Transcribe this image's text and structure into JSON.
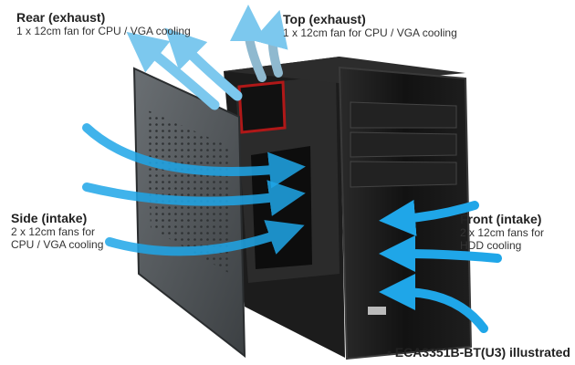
{
  "labels": {
    "rear": {
      "title": "Rear (exhaust)",
      "desc": "1 x 12cm fan for CPU / VGA cooling"
    },
    "top": {
      "title": "Top (exhaust)",
      "desc": "1 x 12cm fan for CPU / VGA cooling"
    },
    "side": {
      "title": "Side (intake)",
      "desc_1": "2 x 12cm fans for",
      "desc_2": "CPU / VGA cooling"
    },
    "front": {
      "title": "Front (intake)",
      "desc_1": "2 x 12cm fans for",
      "desc_2": "HDD cooling"
    }
  },
  "note": "• ECA3351B-BT(U3) illustrated",
  "colors": {
    "arrow": "#1fa6e8",
    "case": "#1a1a1a",
    "panel": "#555a5e"
  }
}
